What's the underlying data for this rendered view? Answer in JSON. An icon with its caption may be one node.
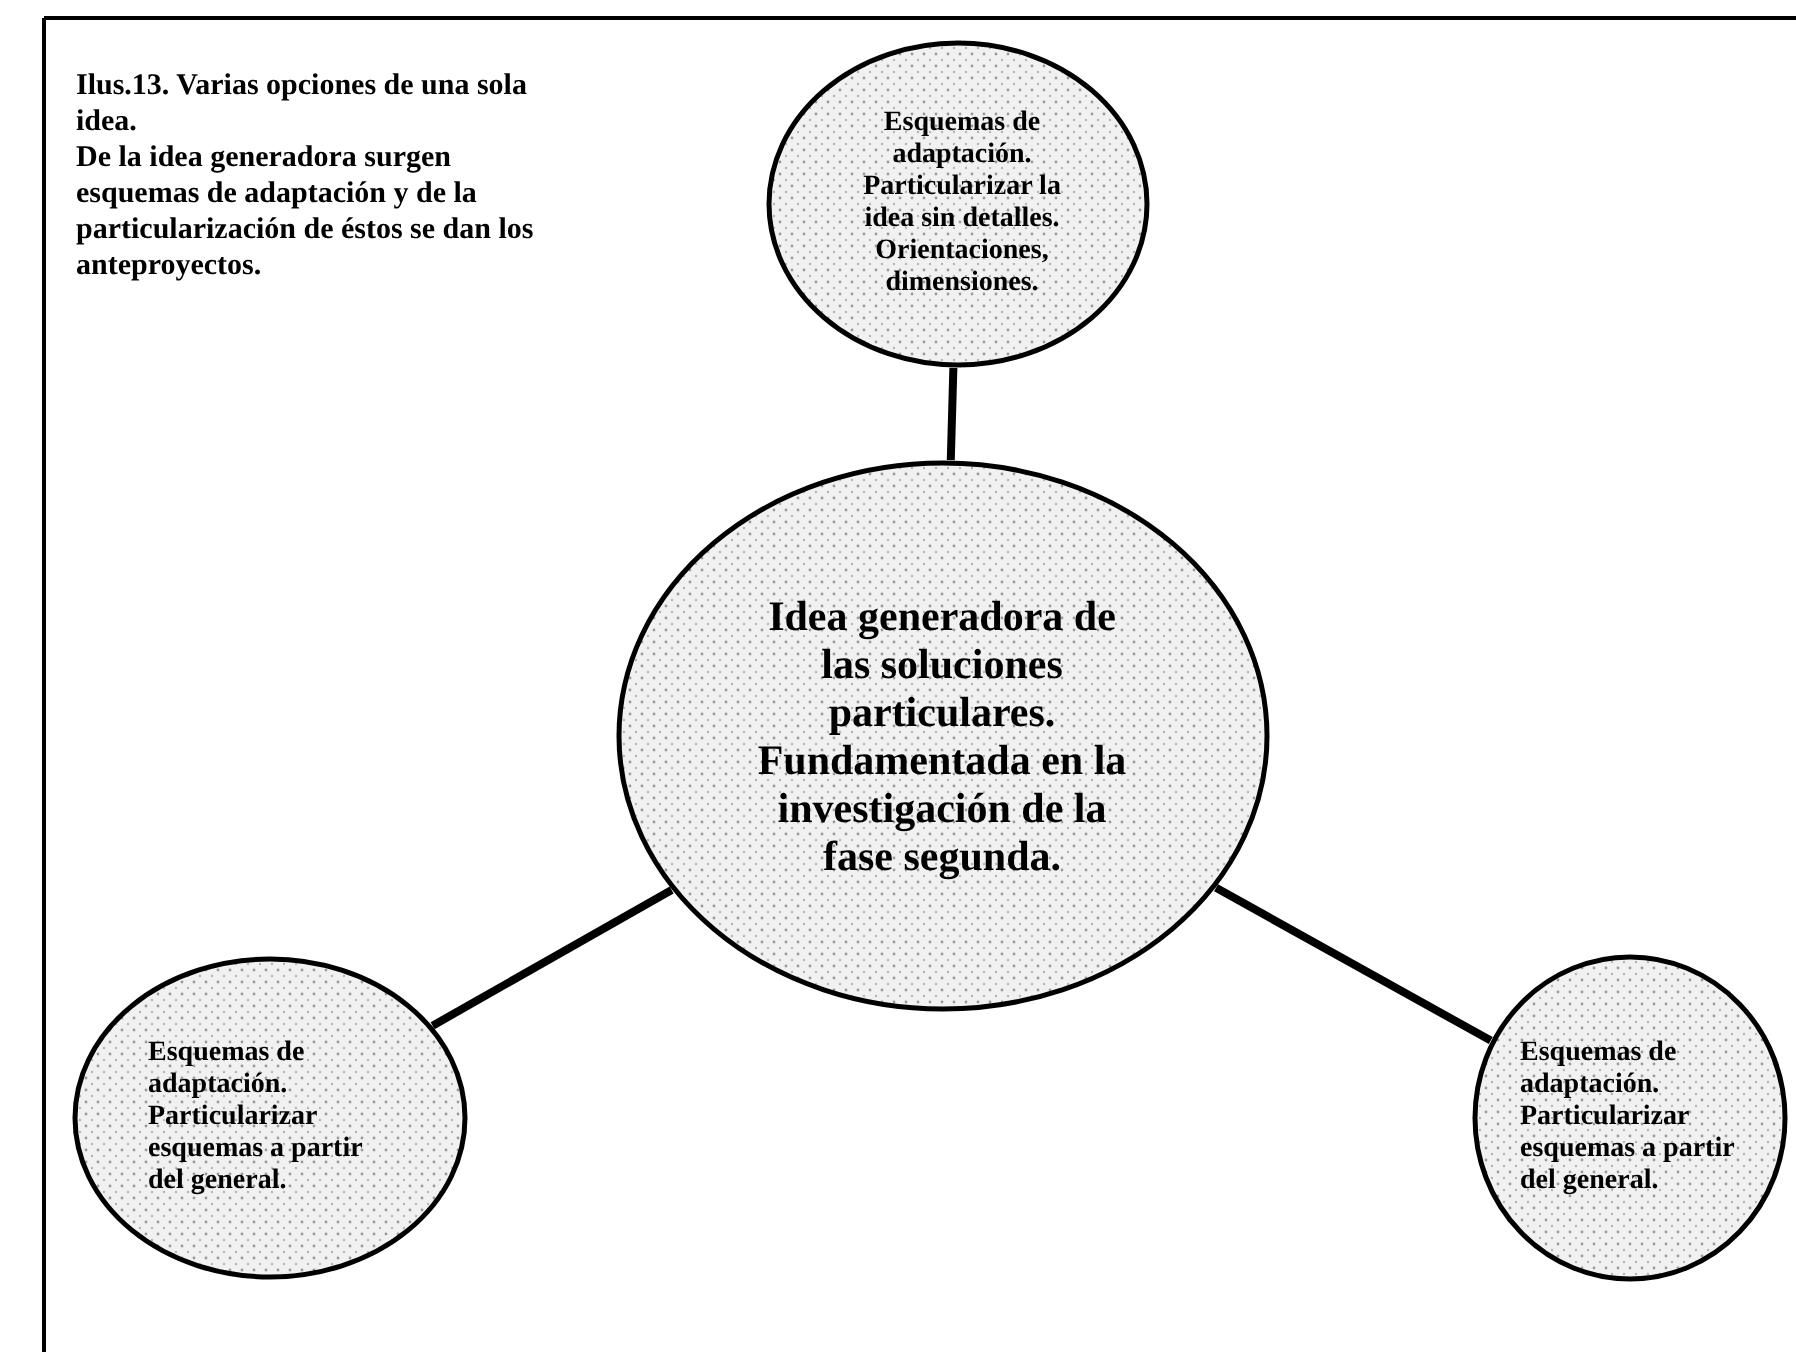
{
  "diagram": {
    "title": "Ilus.13. Varias opciones de una sola idea.",
    "caption": "De la idea generadora surgen esquemas de adaptación y de la particularización de éstos se dan los anteproyectos.",
    "nodes": [
      {
        "text": [
          "Esquemas de adaptación. Particularizar la idea sin detalles. Orientaciones, dimensiones."
        ]
      },
      {
        "text": [
          "Idea generadora de las soluciones particulares. Fundamentada en la investigación de la fase segunda."
        ]
      },
      {
        "text": [
          "Esquemas de adaptación. Particularizar esquemas a partir del general."
        ]
      },
      {
        "text": [
          "Esquemas de adaptación. Particularizar esquemas a partir del general."
        ]
      }
    ],
    "edges": [
      {
        "from": 0,
        "to": 1,
        "arrow": "none"
      },
      {
        "from": 1,
        "to": 2,
        "arrow": "none"
      },
      {
        "from": 1,
        "to": 3,
        "arrow": "none"
      }
    ]
  }
}
